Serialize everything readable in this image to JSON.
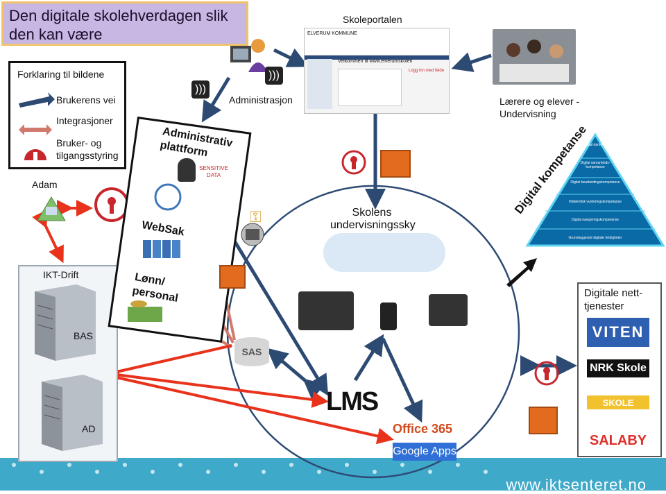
{
  "title": "Den digitale skolehverdagen slik den kan være",
  "legend": {
    "heading": "Forklaring til bildene",
    "items": [
      "Brukerens vei",
      "Integrasjoner",
      "Bruker- og tilgangsstyring"
    ]
  },
  "labels": {
    "skoleportalen": "Skoleportalen",
    "administrasjon": "Administrasjon",
    "larere": "Lærere og elever - Undervisning",
    "adam": "Adam",
    "ikt_drift": "IKT-Drift",
    "bas": "BAS",
    "ad": "AD",
    "admin_platform": "Administrativ plattform",
    "sensitive": "SENSITIVE DATA",
    "websak": "WebSak",
    "lonn": "Lønn/ personal",
    "sas": "SAS",
    "lms": "LMS",
    "undervisning": "Skolens undervisningssky",
    "digital_kompetanse": "Digital kompetanse",
    "digitale_nett": "Digitale nett-tjenester",
    "office": "Office 365",
    "google": "Google Apps",
    "footer": "www.iktsenteret.no"
  },
  "portal": {
    "kommune": "ELVERUM KOMMUNE",
    "welcome": "Velkommen til www.elverumskolen",
    "login": "Logg inn med feide"
  },
  "pyramid": [
    "Digital dannelse",
    "Digital samarbeids-kompetanse",
    "Digital bearbeidingskompetanse",
    "Kildekritisk vurderingskompetanse",
    "Digital navigeringskompetanse",
    "Grunnleggende digitale ferdigheter"
  ],
  "services": [
    "VITEN",
    "NRK Skole",
    "SKOLE",
    "SALABY"
  ],
  "colors": {
    "arrow_user": "#2d4a73",
    "arrow_integration": "#d0796c",
    "arrow_red": "#e8321c",
    "access": "#c8262d",
    "band": "#3fa9c9"
  }
}
